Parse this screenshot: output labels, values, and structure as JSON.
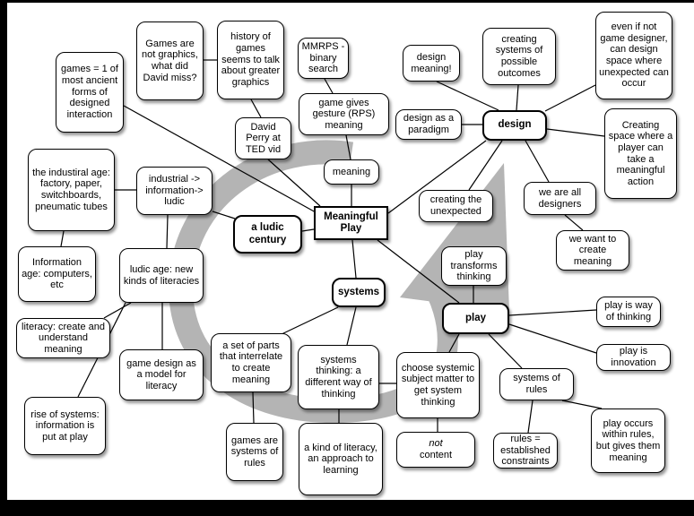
{
  "diagram": {
    "type": "concept-map",
    "central_topic": "Meaningful Play",
    "hub_topics": [
      "Meaningful Play",
      "design",
      "play",
      "systems",
      "a ludic century"
    ]
  },
  "colors": {
    "frame": "#000000",
    "canvas": "#ffffff",
    "node_fill": "#ffffff",
    "node_border": "#000000",
    "connector": "#000000",
    "cycle_arrow_gray": "#b4b4b4"
  },
  "nodes": {
    "games_ancient": "games = 1 of most ancient forms of designed interaction",
    "games_not_graphics": "Games are not graphics, what did David miss?",
    "history_games": "history of games seems to talk about greater graphics",
    "mmrps": "MMRPS - binary search",
    "game_gesture": "game gives gesture (RPS) meaning",
    "david_perry": "David Perry at TED vid",
    "design_meaning": "design meaning!",
    "creating_systems": "creating systems of possible outcomes",
    "even_if_not": "even if not game designer, can design space where unexpected can occur",
    "design_paradigm": "design as a paradigm",
    "design": "design",
    "creating_space": "Creating space where a player can take a meaningful action",
    "meaning": "meaning",
    "industrial_age": "the industiral age: factory, paper, switchboards, pneumatic tubes",
    "industrial_info": "industrial -> information-> ludic",
    "creating_unexpected": "creating the unexpected",
    "we_are_designers": "we are all designers",
    "we_want_create": "we want to create meaning",
    "ludic_century": "a ludic century",
    "meaningful_play": "Meaningful Play",
    "play_transforms": "play transforms thinking",
    "information_age": "Information age: computers, etc",
    "ludic_age": "ludic age: new kinds of literacies",
    "literacy_create": "literacy: create and understand meaning",
    "game_design_model": "game design as a model for literacy",
    "rise_systems": "rise of systems: information is put at play",
    "systems": "systems",
    "set_of_parts": "a set of parts that interrelate to create meaning",
    "systems_thinking": "systems thinking: a different way of thinking",
    "choose_systemic": "choose systemic subject matter to get system thinking",
    "games_systems_rules": "games are systems of rules",
    "kind_literacy": "a kind of literacy, an approach to learning",
    "not_content": {
      "italic": "not",
      "rest": " content"
    },
    "play": "play",
    "play_way_thinking": "play is way of thinking",
    "play_innovation": "play is innovation",
    "systems_of_rules": "systems of rules",
    "rules_established": "rules = established constraints",
    "play_occurs": "play occurs within rules, but gives them meaning"
  },
  "edges": [
    [
      "games_ancient",
      "meaningful_play"
    ],
    [
      "games_not_graphics",
      "history_games"
    ],
    [
      "history_games",
      "david_perry"
    ],
    [
      "david_perry",
      "meaningful_play"
    ],
    [
      "mmrps",
      "game_gesture"
    ],
    [
      "game_gesture",
      "meaning"
    ],
    [
      "meaning",
      "meaningful_play"
    ],
    [
      "design_meaning",
      "design"
    ],
    [
      "creating_systems",
      "design"
    ],
    [
      "even_if_not",
      "design"
    ],
    [
      "design_paradigm",
      "design"
    ],
    [
      "creating_space",
      "design"
    ],
    [
      "design",
      "meaningful_play"
    ],
    [
      "design",
      "creating_unexpected"
    ],
    [
      "design",
      "we_are_designers"
    ],
    [
      "we_are_designers",
      "we_want_create"
    ],
    [
      "meaningful_play",
      "ludic_century"
    ],
    [
      "meaningful_play",
      "systems"
    ],
    [
      "meaningful_play",
      "play"
    ],
    [
      "play_transforms",
      "play"
    ],
    [
      "industrial_info",
      "ludic_century"
    ],
    [
      "industrial_age",
      "industrial_info"
    ],
    [
      "industrial_age",
      "information_age"
    ],
    [
      "industrial_info",
      "ludic_age"
    ],
    [
      "ludic_age",
      "literacy_create"
    ],
    [
      "ludic_age",
      "game_design_model"
    ],
    [
      "ludic_age",
      "rise_systems"
    ],
    [
      "systems",
      "set_of_parts"
    ],
    [
      "systems",
      "systems_thinking"
    ],
    [
      "set_of_parts",
      "games_systems_rules"
    ],
    [
      "systems_thinking",
      "kind_literacy"
    ],
    [
      "systems_thinking",
      "choose_systemic"
    ],
    [
      "choose_systemic",
      "not_content"
    ],
    [
      "play",
      "choose_systemic"
    ],
    [
      "play",
      "systems_of_rules"
    ],
    [
      "play",
      "play_way_thinking"
    ],
    [
      "play",
      "play_innovation"
    ],
    [
      "systems_of_rules",
      "rules_established"
    ],
    [
      "systems_of_rules",
      "play_occurs"
    ]
  ]
}
